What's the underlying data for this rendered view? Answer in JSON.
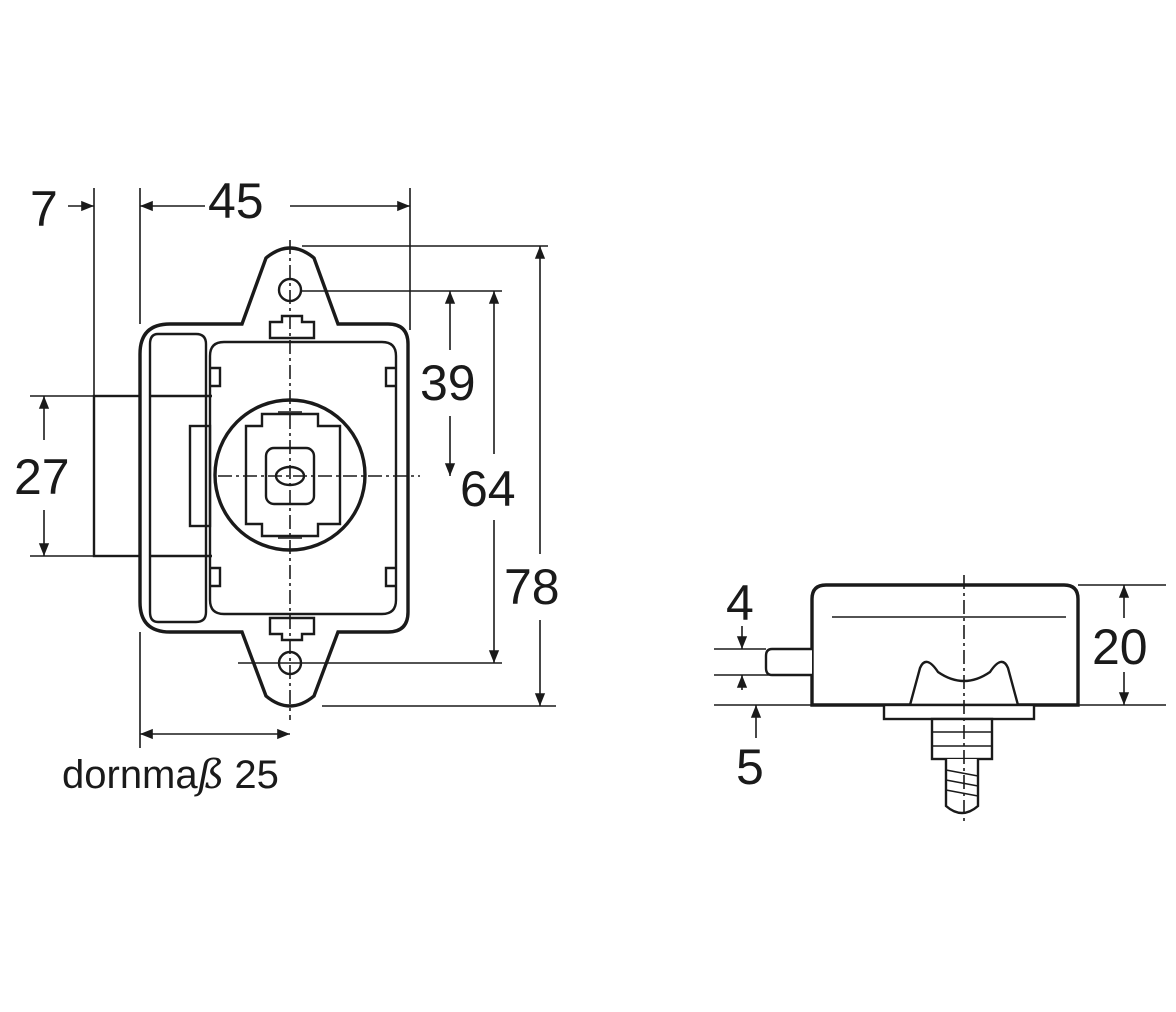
{
  "front_view": {
    "dimensions": {
      "backset_offset": "7",
      "width": "45",
      "bolt_height": "27",
      "upper_to_center": "39",
      "hole_spacing": "64",
      "total_height": "78"
    },
    "caption": {
      "prefix": "dornma",
      "sharp_s": "ß",
      "value": "25"
    }
  },
  "side_view": {
    "dimensions": {
      "bolt_offset_top": "4",
      "bolt_offset_bottom": "5",
      "depth": "20"
    }
  },
  "colors": {
    "line": "#1a1a1a",
    "background": "#ffffff"
  }
}
